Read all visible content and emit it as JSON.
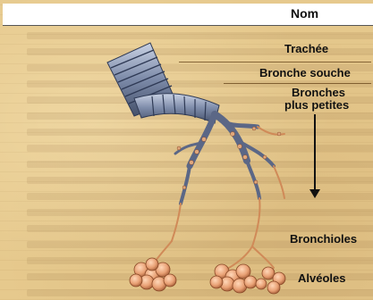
{
  "header": {
    "title": "Nom"
  },
  "labels": {
    "trachee": "Trachée",
    "bronche_souche": "Bronche souche",
    "bronches_petites_line1": "Bronches",
    "bronches_petites_line2": "plus petites",
    "bronchioles": "Bronchioles",
    "alveoles": "Alvéoles"
  },
  "colors": {
    "background": "#e6c98d",
    "header": "#ffffff",
    "airway": "#7c8aa8",
    "alveoli": "#e8a074"
  },
  "icons": {
    "arrow": "down-arrow-icon"
  }
}
